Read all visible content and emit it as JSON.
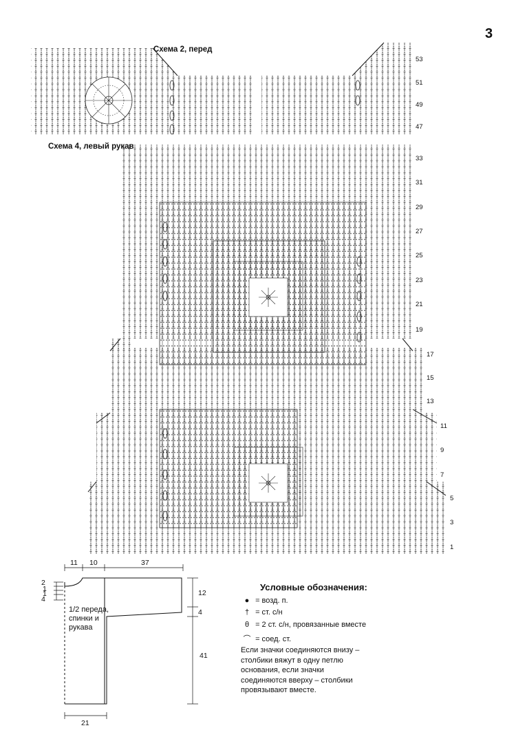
{
  "page": {
    "number": "3"
  },
  "scheme2": {
    "title": "Схема 2, перед",
    "row_numbers": [
      "53",
      "51",
      "49",
      "47"
    ]
  },
  "scheme4": {
    "title": "Схема 4, левый рукав",
    "row_numbers": [
      "33",
      "31",
      "29",
      "27",
      "25",
      "23",
      "21",
      "19",
      "17",
      "15",
      "13",
      "11",
      "9",
      "7",
      "5",
      "3",
      "1"
    ]
  },
  "legend": {
    "title": "Условные обозначения:",
    "items": [
      {
        "icon": "dot-icon",
        "symbol": "●",
        "text": "=  возд. п."
      },
      {
        "icon": "double-crochet-icon",
        "symbol": "†",
        "text": "=  ст. с/н"
      },
      {
        "icon": "cluster-icon",
        "symbol": "θ",
        "text": "=  2 ст. с/н, провязанные вместе"
      },
      {
        "icon": "slip-stitch-icon",
        "symbol": "⌒",
        "text": "=  соед. ст."
      }
    ],
    "note": "Если значки соединяются внизу – столбики вяжут в одну петлю основания, если значки соединяются вверху – столбики провязывают вместе."
  },
  "pattern": {
    "label": "1/2 переда, спинки и рукава",
    "dims": {
      "top_left": "11",
      "top_mid": "10",
      "top_right": "37",
      "right_upper": "12",
      "right_mid": "4",
      "right_lower": "41",
      "bottom": "21",
      "left_a": "2",
      "left_b": "1",
      "left_c": "1",
      "left_d": "4"
    }
  }
}
